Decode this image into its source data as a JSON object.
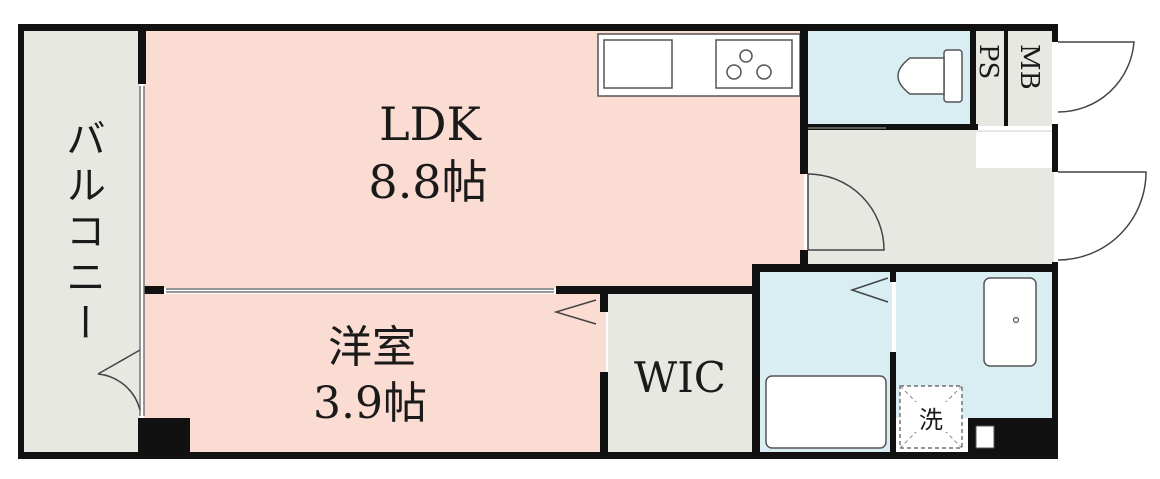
{
  "rooms": {
    "balcony": {
      "label": "バルコニー"
    },
    "ldk": {
      "name": "LDK",
      "size": "8.8帖"
    },
    "western_room": {
      "name": "洋室",
      "size": "3.9帖"
    },
    "wic": {
      "label": "WIC"
    }
  },
  "fixtures": {
    "ps_label": "PS",
    "mb_label": "MB",
    "washer_label": "洗"
  },
  "colors": {
    "ldk_fill": "#fbdcd2",
    "western_fill": "#fbdcd2",
    "gray_fill": "#e8e8e2",
    "wet_fill": "#d9eef3",
    "wall": "#111111"
  }
}
